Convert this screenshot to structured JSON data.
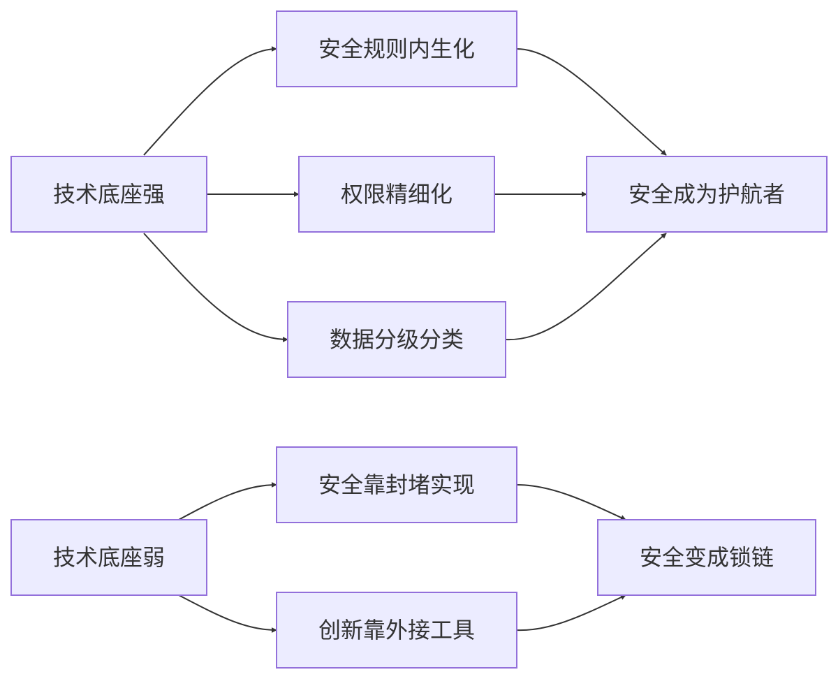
{
  "nodes": {
    "strong_base": "技术底座强",
    "rule_internalize": "安全规则内生化",
    "permission_refine": "权限精细化",
    "data_classify": "数据分级分类",
    "security_guard": "安全成为护航者",
    "weak_base": "技术底座弱",
    "security_block": "安全靠封堵实现",
    "innovation_external": "创新靠外接工具",
    "security_chain": "安全变成锁链"
  },
  "edges": [
    {
      "from": "strong_base",
      "to": "rule_internalize"
    },
    {
      "from": "strong_base",
      "to": "permission_refine"
    },
    {
      "from": "strong_base",
      "to": "data_classify"
    },
    {
      "from": "rule_internalize",
      "to": "security_guard"
    },
    {
      "from": "permission_refine",
      "to": "security_guard"
    },
    {
      "from": "data_classify",
      "to": "security_guard"
    },
    {
      "from": "weak_base",
      "to": "security_block"
    },
    {
      "from": "weak_base",
      "to": "innovation_external"
    },
    {
      "from": "security_block",
      "to": "security_chain"
    },
    {
      "from": "innovation_external",
      "to": "security_chain"
    }
  ]
}
